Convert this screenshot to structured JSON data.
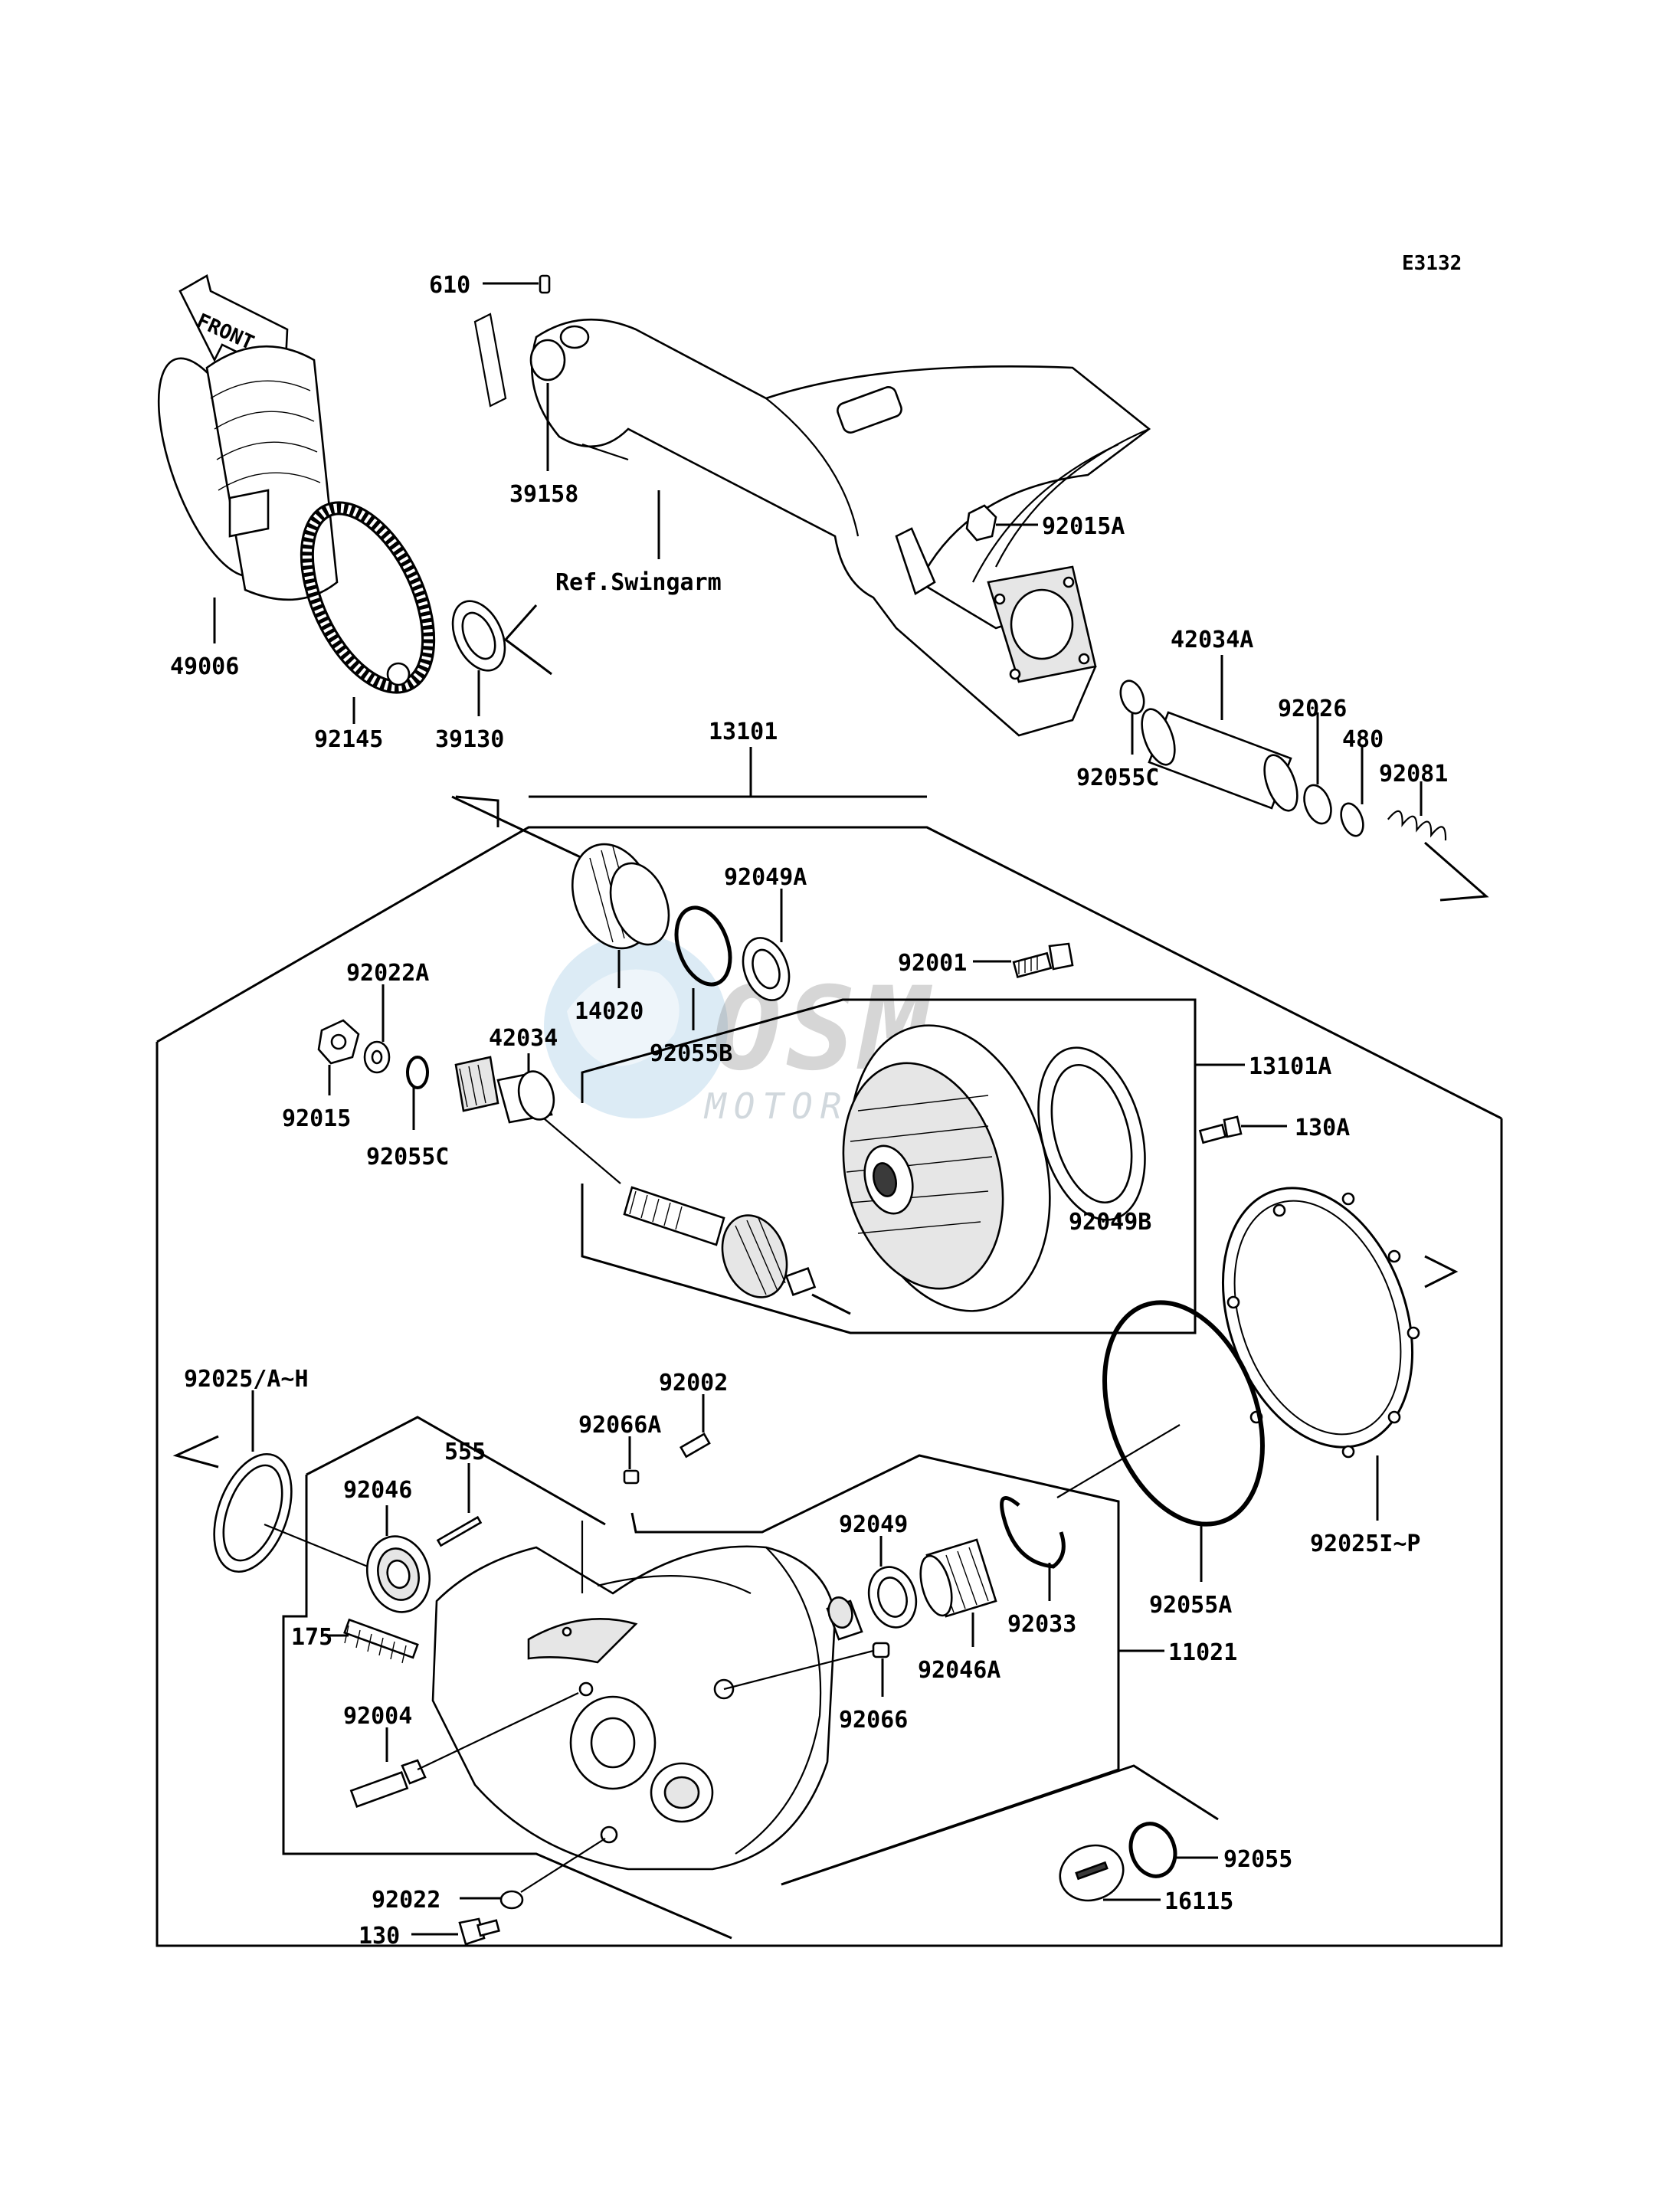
{
  "diagram_code": "E3132",
  "front_label": "FRONT",
  "reference_note": "Ref.Swingarm",
  "watermark": {
    "main": "OSM",
    "sub": "MOTORPARTS"
  },
  "callouts": {
    "c610": "610",
    "c39158": "39158",
    "c49006": "49006",
    "c92145": "92145",
    "c39130": "39130",
    "c92015A": "92015A",
    "c42034A": "42034A",
    "c92026": "92026",
    "c480": "480",
    "c92081": "92081",
    "c92055C_top": "92055C",
    "c13101": "13101",
    "c92049A": "92049A",
    "c92001": "92001",
    "c92022A": "92022A",
    "c14020": "14020",
    "c92055B": "92055B",
    "c42034": "42034",
    "c92015": "92015",
    "c92055C": "92055C",
    "c13101A": "13101A",
    "c130A": "130A",
    "c92049B": "92049B",
    "c92025AH": "92025/A~H",
    "c92002": "92002",
    "c92066A": "92066A",
    "c92046": "92046",
    "c555": "555",
    "c92049": "92049",
    "c92033": "92033",
    "c92055A": "92055A",
    "c92025IP": "92025I~P",
    "c11021": "11021",
    "c175": "175",
    "c92046A": "92046A",
    "c92066": "92066",
    "c92004": "92004",
    "c92055": "92055",
    "c92022": "92022",
    "c130": "130",
    "c16115": "16115"
  }
}
